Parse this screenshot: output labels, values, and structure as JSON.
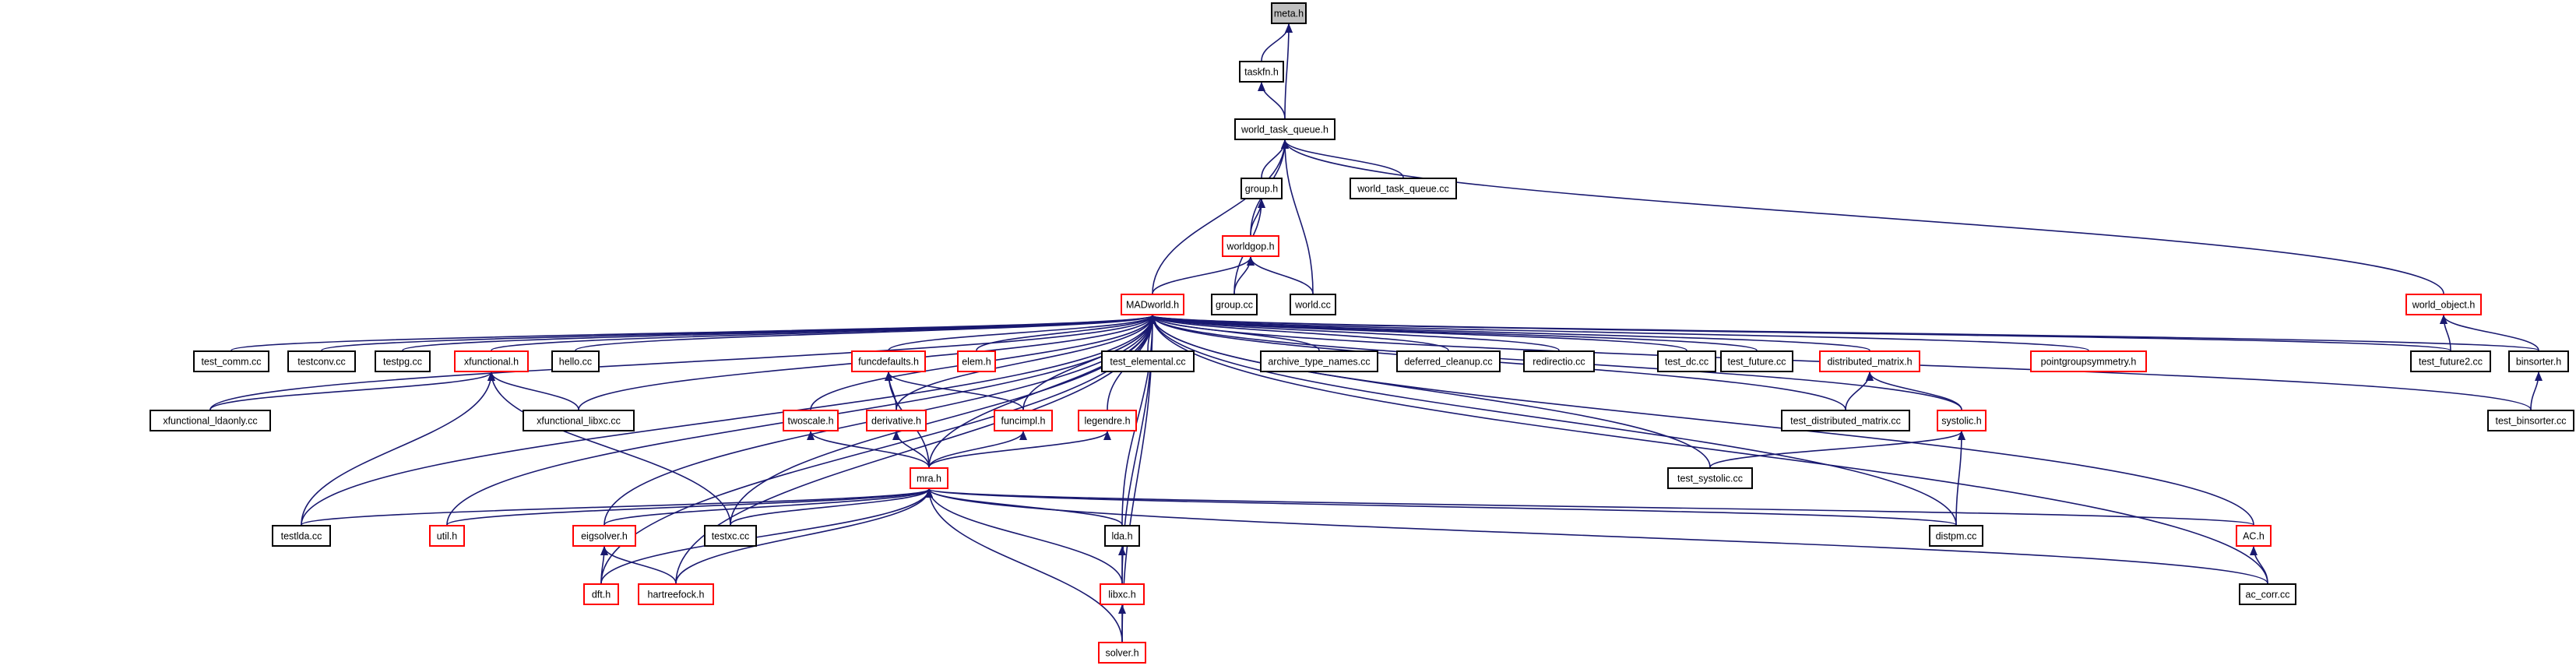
{
  "diagram": {
    "title": "",
    "edge_color": "#191970",
    "node_colors": {
      "root_fill": "#bfbfbf",
      "normal_border": "#000000",
      "red_border": "#ff0000"
    }
  },
  "nodes": [
    {
      "id": "meta_h",
      "label": "meta.h",
      "style": "root"
    },
    {
      "id": "taskfn_h",
      "label": "taskfn.h",
      "style": "black"
    },
    {
      "id": "world_task_queue_h",
      "label": "world_task_queue.h",
      "style": "black"
    },
    {
      "id": "group_h",
      "label": "group.h",
      "style": "black"
    },
    {
      "id": "world_task_queue_cc",
      "label": "world_task_queue.cc",
      "style": "black"
    },
    {
      "id": "worldgop_h",
      "label": "worldgop.h",
      "style": "red"
    },
    {
      "id": "madworld_h",
      "label": "MADworld.h",
      "style": "red"
    },
    {
      "id": "group_cc",
      "label": "group.cc",
      "style": "black"
    },
    {
      "id": "world_cc",
      "label": "world.cc",
      "style": "black"
    },
    {
      "id": "world_object_h",
      "label": "world_object.h",
      "style": "red"
    },
    {
      "id": "test_comm_cc",
      "label": "test_comm.cc",
      "style": "black"
    },
    {
      "id": "testconv_cc",
      "label": "testconv.cc",
      "style": "black"
    },
    {
      "id": "testpg_cc",
      "label": "testpg.cc",
      "style": "black"
    },
    {
      "id": "xfunctional_h",
      "label": "xfunctional.h",
      "style": "red"
    },
    {
      "id": "hello_cc",
      "label": "hello.cc",
      "style": "black"
    },
    {
      "id": "funcdefaults_h",
      "label": "funcdefaults.h",
      "style": "red"
    },
    {
      "id": "elem_h",
      "label": "elem.h",
      "style": "red"
    },
    {
      "id": "test_elemental_cc",
      "label": "test_elemental.cc",
      "style": "black"
    },
    {
      "id": "archive_type_names_cc",
      "label": "archive_type_names.cc",
      "style": "black"
    },
    {
      "id": "deferred_cleanup_cc",
      "label": "deferred_cleanup.cc",
      "style": "black"
    },
    {
      "id": "redirectio_cc",
      "label": "redirectio.cc",
      "style": "black"
    },
    {
      "id": "test_dc_cc",
      "label": "test_dc.cc",
      "style": "black"
    },
    {
      "id": "test_future_cc",
      "label": "test_future.cc",
      "style": "black"
    },
    {
      "id": "distributed_matrix_h",
      "label": "distributed_matrix.h",
      "style": "red"
    },
    {
      "id": "pointgroupsymmetry_h",
      "label": "pointgroupsymmetry.h",
      "style": "red"
    },
    {
      "id": "test_future2_cc",
      "label": "test_future2.cc",
      "style": "black"
    },
    {
      "id": "binsorter_h",
      "label": "binsorter.h",
      "style": "black"
    },
    {
      "id": "xfunctional_ldaonly_cc",
      "label": "xfunctional_ldaonly.cc",
      "style": "black"
    },
    {
      "id": "xfunctional_libxc_cc",
      "label": "xfunctional_libxc.cc",
      "style": "black"
    },
    {
      "id": "twoscale_h",
      "label": "twoscale.h",
      "style": "red"
    },
    {
      "id": "derivative_h",
      "label": "derivative.h",
      "style": "red"
    },
    {
      "id": "funcimpl_h",
      "label": "funcimpl.h",
      "style": "red"
    },
    {
      "id": "legendre_h",
      "label": "legendre.h",
      "style": "red"
    },
    {
      "id": "test_distributed_matrix_cc",
      "label": "test_distributed_matrix.cc",
      "style": "black"
    },
    {
      "id": "systolic_h",
      "label": "systolic.h",
      "style": "red"
    },
    {
      "id": "test_binsorter_cc",
      "label": "test_binsorter.cc",
      "style": "black"
    },
    {
      "id": "mra_h",
      "label": "mra.h",
      "style": "red"
    },
    {
      "id": "test_systolic_cc",
      "label": "test_systolic.cc",
      "style": "black"
    },
    {
      "id": "testlda_cc",
      "label": "testlda.cc",
      "style": "black"
    },
    {
      "id": "util_h",
      "label": "util.h",
      "style": "red"
    },
    {
      "id": "eigsolver_h",
      "label": "eigsolver.h",
      "style": "red"
    },
    {
      "id": "testxc_cc",
      "label": "testxc.cc",
      "style": "black"
    },
    {
      "id": "lda_h",
      "label": "lda.h",
      "style": "black"
    },
    {
      "id": "distpm_cc",
      "label": "distpm.cc",
      "style": "black"
    },
    {
      "id": "ac_h",
      "label": "AC.h",
      "style": "red"
    },
    {
      "id": "dft_h",
      "label": "dft.h",
      "style": "red"
    },
    {
      "id": "hartreefock_h",
      "label": "hartreefock.h",
      "style": "red"
    },
    {
      "id": "libxc_h",
      "label": "libxc.h",
      "style": "red"
    },
    {
      "id": "ac_corr_cc",
      "label": "ac_corr.cc",
      "style": "black"
    },
    {
      "id": "solver_h",
      "label": "solver.h",
      "style": "red"
    }
  ],
  "edges": [
    [
      "meta_h",
      "taskfn_h"
    ],
    [
      "meta_h",
      "world_task_queue_h"
    ],
    [
      "taskfn_h",
      "world_task_queue_h"
    ],
    [
      "world_task_queue_h",
      "group_h"
    ],
    [
      "world_task_queue_h",
      "world_task_queue_cc"
    ],
    [
      "world_task_queue_h",
      "worldgop_h"
    ],
    [
      "world_task_queue_h",
      "madworld_h"
    ],
    [
      "world_task_queue_h",
      "world_cc"
    ],
    [
      "world_task_queue_h",
      "world_object_h"
    ],
    [
      "group_h",
      "worldgop_h"
    ],
    [
      "group_h",
      "group_cc"
    ],
    [
      "worldgop_h",
      "madworld_h"
    ],
    [
      "worldgop_h",
      "group_cc"
    ],
    [
      "worldgop_h",
      "world_cc"
    ],
    [
      "world_object_h",
      "test_future2_cc"
    ],
    [
      "world_object_h",
      "binsorter_h"
    ],
    [
      "madworld_h",
      "test_comm_cc"
    ],
    [
      "madworld_h",
      "testconv_cc"
    ],
    [
      "madworld_h",
      "testpg_cc"
    ],
    [
      "madworld_h",
      "xfunctional_h"
    ],
    [
      "madworld_h",
      "hello_cc"
    ],
    [
      "madworld_h",
      "funcdefaults_h"
    ],
    [
      "madworld_h",
      "elem_h"
    ],
    [
      "madworld_h",
      "test_elemental_cc"
    ],
    [
      "madworld_h",
      "archive_type_names_cc"
    ],
    [
      "madworld_h",
      "deferred_cleanup_cc"
    ],
    [
      "madworld_h",
      "redirectio_cc"
    ],
    [
      "madworld_h",
      "test_dc_cc"
    ],
    [
      "madworld_h",
      "test_future_cc"
    ],
    [
      "madworld_h",
      "distributed_matrix_h"
    ],
    [
      "madworld_h",
      "pointgroupsymmetry_h"
    ],
    [
      "madworld_h",
      "test_future2_cc"
    ],
    [
      "madworld_h",
      "binsorter_h"
    ],
    [
      "madworld_h",
      "xfunctional_ldaonly_cc"
    ],
    [
      "madworld_h",
      "xfunctional_libxc_cc"
    ],
    [
      "madworld_h",
      "twoscale_h"
    ],
    [
      "madworld_h",
      "derivative_h"
    ],
    [
      "madworld_h",
      "funcimpl_h"
    ],
    [
      "madworld_h",
      "legendre_h"
    ],
    [
      "madworld_h",
      "test_distributed_matrix_cc"
    ],
    [
      "madworld_h",
      "systolic_h"
    ],
    [
      "madworld_h",
      "test_binsorter_cc"
    ],
    [
      "madworld_h",
      "mra_h"
    ],
    [
      "madworld_h",
      "test_systolic_cc"
    ],
    [
      "madworld_h",
      "testlda_cc"
    ],
    [
      "madworld_h",
      "util_h"
    ],
    [
      "madworld_h",
      "eigsolver_h"
    ],
    [
      "madworld_h",
      "testxc_cc"
    ],
    [
      "madworld_h",
      "lda_h"
    ],
    [
      "madworld_h",
      "distpm_cc"
    ],
    [
      "madworld_h",
      "ac_h"
    ],
    [
      "madworld_h",
      "dft_h"
    ],
    [
      "madworld_h",
      "hartreefock_h"
    ],
    [
      "madworld_h",
      "libxc_h"
    ],
    [
      "madworld_h",
      "ac_corr_cc"
    ],
    [
      "madworld_h",
      "solver_h"
    ],
    [
      "xfunctional_h",
      "xfunctional_ldaonly_cc"
    ],
    [
      "xfunctional_h",
      "xfunctional_libxc_cc"
    ],
    [
      "xfunctional_h",
      "testlda_cc"
    ],
    [
      "xfunctional_h",
      "testxc_cc"
    ],
    [
      "funcdefaults_h",
      "derivative_h"
    ],
    [
      "funcdefaults_h",
      "funcimpl_h"
    ],
    [
      "funcdefaults_h",
      "mra_h"
    ],
    [
      "distributed_matrix_h",
      "test_distributed_matrix_cc"
    ],
    [
      "distributed_matrix_h",
      "systolic_h"
    ],
    [
      "binsorter_h",
      "test_binsorter_cc"
    ],
    [
      "twoscale_h",
      "mra_h"
    ],
    [
      "derivative_h",
      "mra_h"
    ],
    [
      "funcimpl_h",
      "mra_h"
    ],
    [
      "legendre_h",
      "mra_h"
    ],
    [
      "systolic_h",
      "test_systolic_cc"
    ],
    [
      "systolic_h",
      "distpm_cc"
    ],
    [
      "mra_h",
      "testlda_cc"
    ],
    [
      "mra_h",
      "util_h"
    ],
    [
      "mra_h",
      "eigsolver_h"
    ],
    [
      "mra_h",
      "testxc_cc"
    ],
    [
      "mra_h",
      "lda_h"
    ],
    [
      "mra_h",
      "distpm_cc"
    ],
    [
      "mra_h",
      "ac_h"
    ],
    [
      "mra_h",
      "dft_h"
    ],
    [
      "mra_h",
      "hartreefock_h"
    ],
    [
      "mra_h",
      "libxc_h"
    ],
    [
      "mra_h",
      "ac_corr_cc"
    ],
    [
      "mra_h",
      "solver_h"
    ],
    [
      "eigsolver_h",
      "dft_h"
    ],
    [
      "eigsolver_h",
      "hartreefock_h"
    ],
    [
      "lda_h",
      "libxc_h"
    ],
    [
      "libxc_h",
      "solver_h"
    ],
    [
      "ac_h",
      "ac_corr_cc"
    ]
  ]
}
